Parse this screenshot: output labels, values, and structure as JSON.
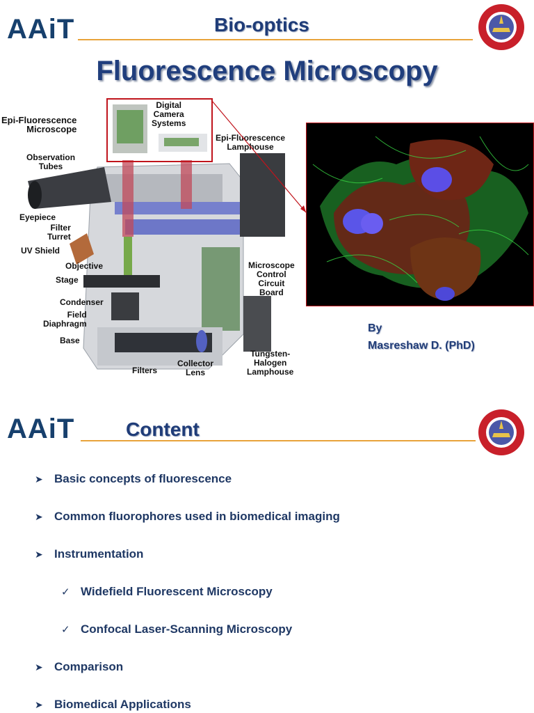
{
  "slide1": {
    "brand": "AAiT",
    "header": "Bio-optics",
    "title": "Fluorescence Microscopy",
    "author_prefix": "By",
    "author": "Masreshaw D. (PhD)",
    "diagram_labels": {
      "epi_scope": "Epi-Fluorescence\nMicroscope",
      "camera": "Digital\nCamera\nSystems",
      "lamphouse": "Epi-Fluorescence\nLamphouse",
      "tubes": "Observation\nTubes",
      "eyepiece": "Eyepiece",
      "turret": "Filter\nTurret",
      "uv_shield": "UV Shield",
      "objective": "Objective",
      "stage": "Stage",
      "condenser": "Condenser",
      "diaphragm": "Field\nDiaphragm",
      "base": "Base",
      "filters": "Filters",
      "collector": "Collector\nLens",
      "control_board": "Microscope\nControl\nCircuit\nBoard",
      "halogen": "Tungsten-\nHalogen\nLamphouse"
    }
  },
  "slide2": {
    "brand": "AAiT",
    "header": "Content",
    "items": [
      {
        "level": 1,
        "text": "Basic concepts of fluorescence"
      },
      {
        "level": 1,
        "text": "Common fluorophores used in biomedical imaging"
      },
      {
        "level": 1,
        "text": "Instrumentation"
      },
      {
        "level": 2,
        "text": "Widefield Fluorescent Microscopy"
      },
      {
        "level": 2,
        "text": "Confocal Laser-Scanning  Microscopy"
      },
      {
        "level": 1,
        "text": "Comparison"
      },
      {
        "level": 1,
        "text": "Biomedical Applications"
      }
    ]
  },
  "colors": {
    "brand": "#17406d",
    "rule": "#e8a33a",
    "title": "#203e7d",
    "frame": "#c0141c"
  }
}
